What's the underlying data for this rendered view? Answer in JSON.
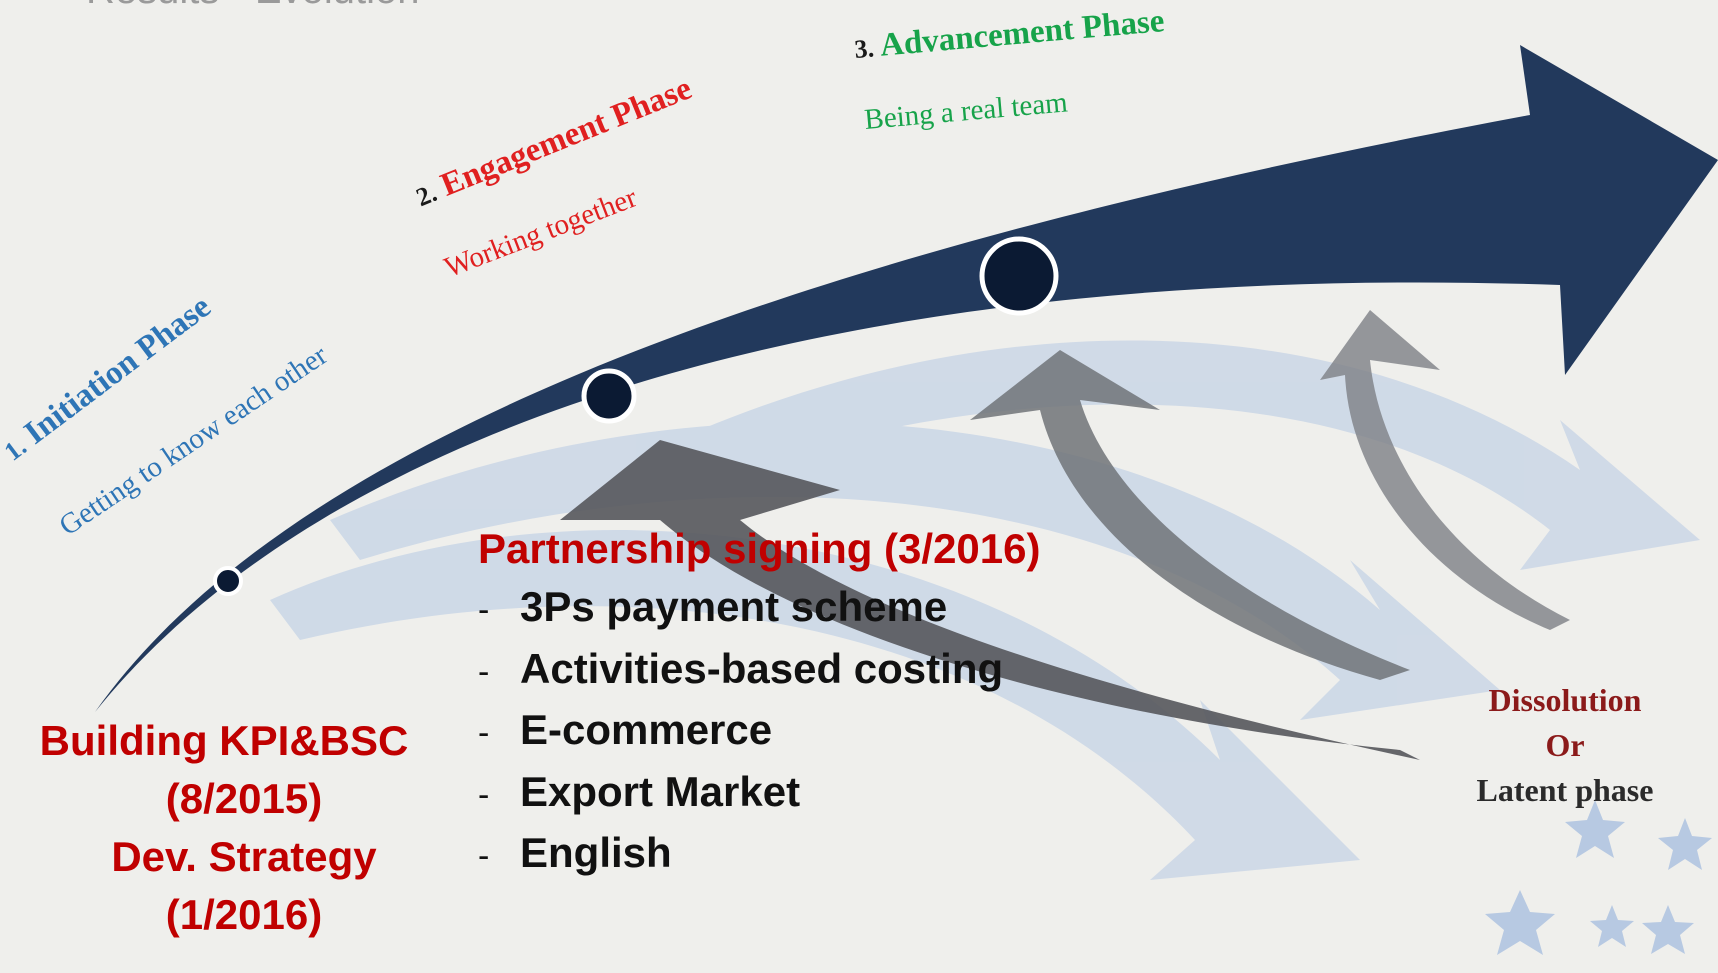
{
  "header": {
    "partial_title": "Results - Evolution"
  },
  "phases": [
    {
      "number": "1.",
      "title": "Initiation Phase",
      "subtitle": "Getting to know each other",
      "color": "#2e75b6"
    },
    {
      "number": "2.",
      "title": "Engagement Phase",
      "subtitle": "Working together",
      "color": "#e02020"
    },
    {
      "number": "3.",
      "title": "Advancement Phase",
      "subtitle": "Being a real team",
      "color": "#17a34a"
    }
  ],
  "milestones": {
    "left": [
      "Building KPI&BSC",
      "(8/2015)",
      "Dev. Strategy",
      "(1/2016)"
    ],
    "partnership": {
      "title": "Partnership signing (3/2016)",
      "items": [
        "3Ps payment scheme",
        "Activities-based costing",
        "E-commerce",
        "Export Market",
        "English"
      ]
    }
  },
  "ending": [
    "Dissolution",
    "Or",
    "Latent phase"
  ],
  "colors": {
    "main_arrow": "#22395c",
    "milestone_red": "#c00000",
    "dissolution_red": "#8b1a1a",
    "ghost_arrows": "#c5d3e6",
    "return_arrows": "#55575c"
  }
}
